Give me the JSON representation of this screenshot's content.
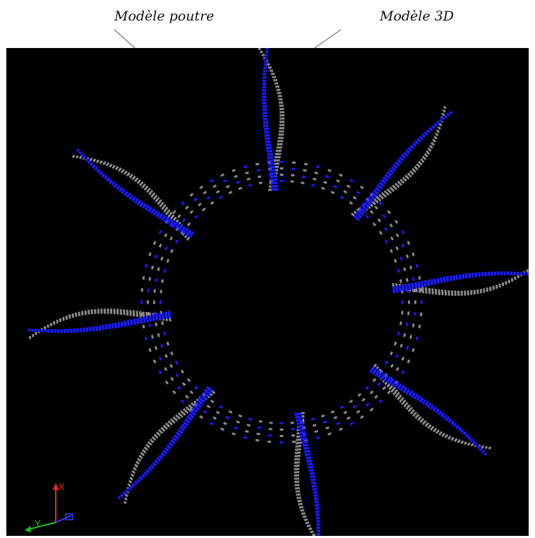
{
  "labels": {
    "beam_model": "Modèle poutre",
    "solid_model": "Modèle 3D"
  },
  "triad": {
    "x_label": "X",
    "y_label": "Y"
  },
  "colors": {
    "background": "#000000",
    "beam_model": "#888888",
    "solid_model": "#1a1aff",
    "axis_x": "#ff2020",
    "axis_y": "#20c020",
    "axis_z": "#3040ff",
    "leader": "#555555"
  }
}
